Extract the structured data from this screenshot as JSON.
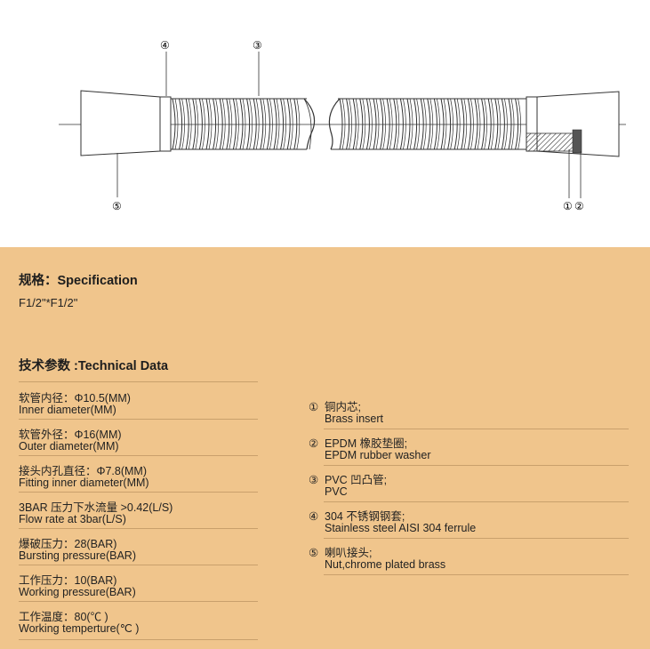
{
  "diagram": {
    "callouts": [
      "④",
      "③",
      "⑤",
      "①",
      "②"
    ]
  },
  "spec": {
    "heading": "规格：Specification",
    "value": "F1/2\"*F1/2\""
  },
  "tech": {
    "heading": "技术参数 :Technical Data",
    "rows": [
      {
        "cn": "软管内径：Φ10.5(MM)",
        "en": "Inner diameter(MM)"
      },
      {
        "cn": "软管外径：Φ16(MM)",
        "en": "Outer diameter(MM)"
      },
      {
        "cn": "接头内孔直径：Φ7.8(MM)",
        "en": "Fitting inner diameter(MM)"
      },
      {
        "cn": "3BAR 压力下水流量 >0.42(L/S)",
        "en": "Flow rate at 3bar(L/S)"
      },
      {
        "cn": "爆破压力：28(BAR)",
        "en": "Bursting pressure(BAR)"
      },
      {
        "cn": "工作压力：10(BAR)",
        "en": "Working pressure(BAR)"
      },
      {
        "cn": "工作温度：80(℃ )",
        "en": "Working temperture(℃ )"
      }
    ]
  },
  "legend": {
    "items": [
      {
        "num": "①",
        "cn": "铜内芯;",
        "en": "Brass insert"
      },
      {
        "num": "②",
        "cn": "EPDM 橡胶垫圈;",
        "en": "EPDM rubber washer"
      },
      {
        "num": "③",
        "cn": "PVC 凹凸管;",
        "en": "PVC"
      },
      {
        "num": "④",
        "cn": "304 不锈钢钢套;",
        "en": "Stainless steel AISI 304 ferrule"
      },
      {
        "num": "⑤",
        "cn": "喇叭接头;",
        "en": "Nut,chrome plated brass"
      }
    ]
  }
}
